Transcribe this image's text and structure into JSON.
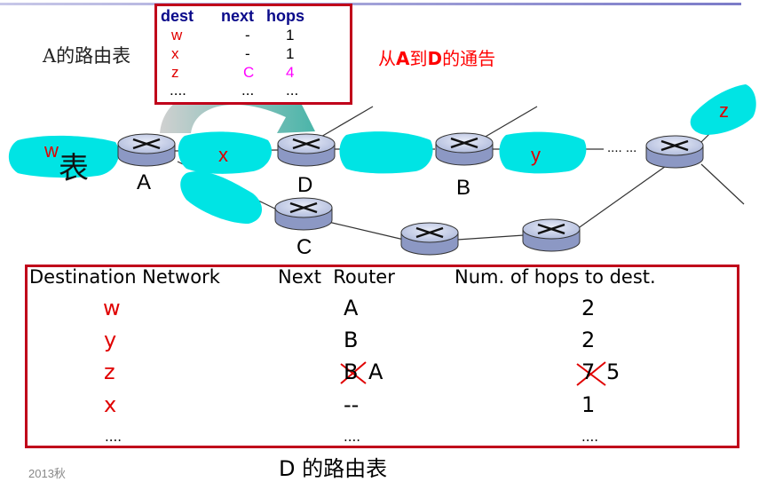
{
  "advert_table": {
    "headers": [
      "dest",
      "next",
      "hops"
    ],
    "rows": [
      {
        "dest": "w",
        "next": "-",
        "hops": "1"
      },
      {
        "dest": "x",
        "next": "-",
        "hops": "1"
      },
      {
        "dest": "z",
        "next": "C",
        "hops": "4"
      },
      {
        "dest": "....",
        "next": "...",
        "hops": "..."
      }
    ]
  },
  "a_table_label": "A的路由表",
  "advert_note": {
    "pre": "从",
    "a": "A",
    "mid": "到",
    "d": "D",
    "post": "的通告"
  },
  "stray_char": "表",
  "networks": {
    "w": "w",
    "x": "x",
    "y": "y",
    "z": "z"
  },
  "routers": {
    "a": "A",
    "d": "D",
    "b": "B",
    "c": "C"
  },
  "ellipsis_link": ".... ...",
  "d_table": {
    "headers": {
      "dest": "Destination Network",
      "next": "Next  Router",
      "hops": "Num. of hops to dest."
    },
    "rows": [
      {
        "dest": "w",
        "next": "A",
        "hops": "2"
      },
      {
        "dest": "y",
        "next": "B",
        "hops": "2"
      },
      {
        "dest": "z",
        "next_old": "B",
        "next": "A",
        "hops_old": "7",
        "hops": "5"
      },
      {
        "dest": "x",
        "next": "--",
        "hops": "1"
      },
      {
        "dest": "....",
        "next": "....",
        "hops": "...."
      }
    ]
  },
  "caption": "D 的路由表",
  "footer": "2013秋",
  "colors": {
    "cloud": "#00e4e4",
    "border": "#c0001a",
    "header_blue": "#0a0a8a",
    "dest_red": "#e00000",
    "magenta": "#ff00ff"
  }
}
